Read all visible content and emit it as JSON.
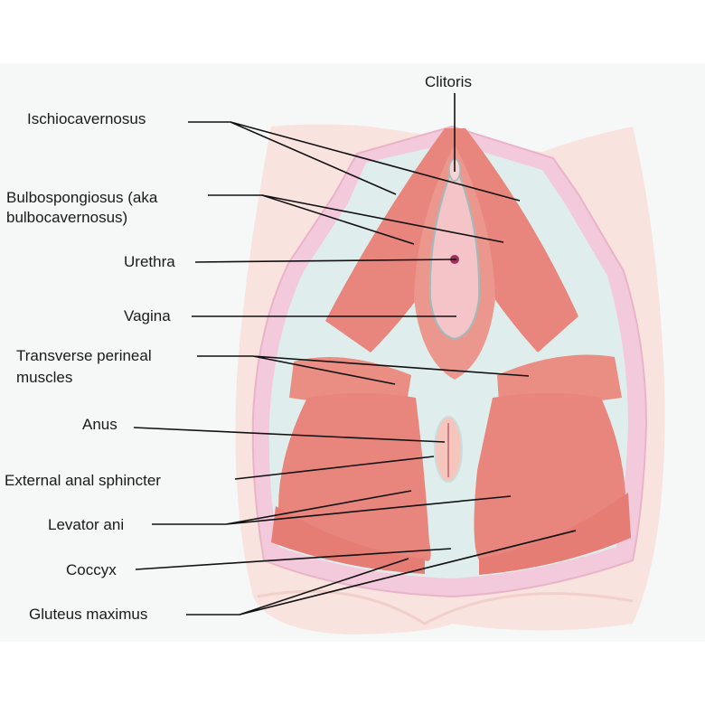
{
  "labels": {
    "clitoris": "Clitoris",
    "ischiocavernosus": "Ischiocavernosus",
    "bulbospongiosus_line1": "Bulbospongiosus (aka",
    "bulbospongiosus_line2": "bulbocavernosus)",
    "urethra": "Urethra",
    "vagina": "Vagina",
    "transverse_line1": "Transverse perineal",
    "transverse_line2": "muscles",
    "anus": "Anus",
    "external_anal_sphincter": "External anal sphincter",
    "levator_ani": "Levator ani",
    "coccyx": "Coccyx",
    "gluteus_maximus": "Gluteus maximus"
  },
  "colors": {
    "skin": "#f9e3df",
    "rim": "#f3c9dc",
    "fascia": "#dfeeec",
    "muscle": "#e8857c",
    "muscle_light": "#f2a89e",
    "leader": "#111111"
  }
}
